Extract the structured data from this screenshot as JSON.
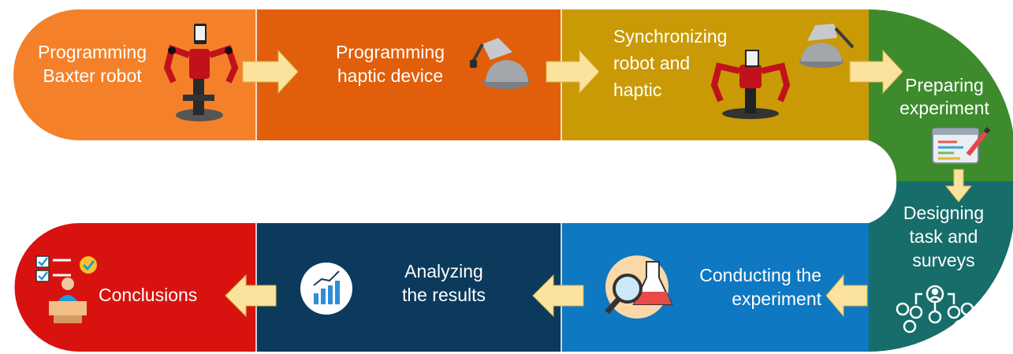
{
  "colors": {
    "step1": "#f4812a",
    "step2": "#e15f0b",
    "step3": "#c99a05",
    "step4": "#3d8b2d",
    "step5": "#166d6a",
    "step6": "#0e78c2",
    "step7": "#0b3a5c",
    "step8": "#d8130f",
    "arrow_fill": "#fbe39d",
    "arrow_stroke": "#d9b24a"
  },
  "steps": [
    {
      "lines": [
        "Programming",
        "Baxter robot"
      ],
      "icon": "baxter-robot-icon"
    },
    {
      "lines": [
        "Programming",
        "haptic device"
      ],
      "icon": "haptic-device-icon"
    },
    {
      "lines": [
        "Synchronizing",
        "robot and",
        "haptic"
      ],
      "icon": "robot-and-haptic-icon"
    },
    {
      "lines": [
        "Preparing",
        "experiment"
      ],
      "icon": "computer-document-icon"
    },
    {
      "lines": [
        "Designing",
        "task and",
        "surveys"
      ],
      "icon": "people-network-icon"
    },
    {
      "lines": [
        "Conducting the",
        "experiment"
      ],
      "icon": "magnifier-flask-icon"
    },
    {
      "lines": [
        "Analyzing",
        "the results"
      ],
      "icon": "bar-chart-icon"
    },
    {
      "lines": [
        "Conclusions"
      ],
      "icon": "presenter-icon"
    }
  ]
}
